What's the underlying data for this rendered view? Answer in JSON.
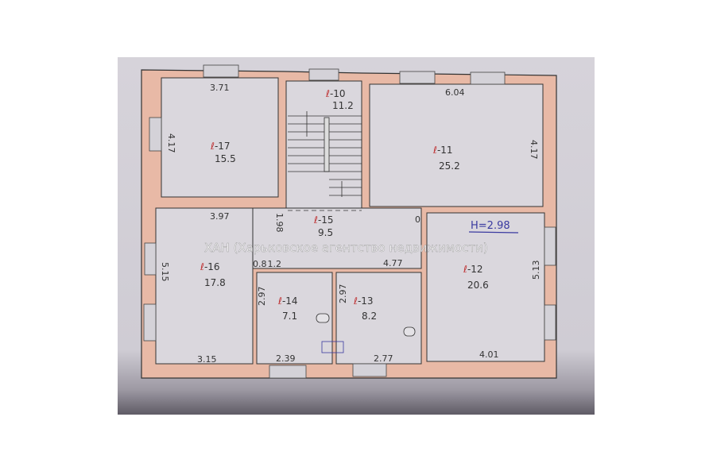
{
  "watermark": "ХАН (Харьковское агентство недвижимости)",
  "ceiling_height": "H=2.98",
  "colors": {
    "wall": "#e8b9a6",
    "floor": "#d9d6dc",
    "photo_bg": "#d3d0d8",
    "room_label": "#c0393b",
    "annotation": "#3a3aa0"
  },
  "rooms": [
    {
      "label": "ℓ",
      "num": "-17",
      "area": "15.5"
    },
    {
      "label": "ℓ",
      "num": "-10",
      "area": "11.2"
    },
    {
      "label": "ℓ",
      "num": "-11",
      "area": "25.2"
    },
    {
      "label": "ℓ",
      "num": "-16",
      "area": "17.8"
    },
    {
      "label": "ℓ",
      "num": "-15",
      "area": "9.5"
    },
    {
      "label": "ℓ",
      "num": "-14",
      "area": "7.1"
    },
    {
      "label": "ℓ",
      "num": "-13",
      "area": "8.2"
    },
    {
      "label": "ℓ",
      "num": "-12",
      "area": "20.6"
    }
  ],
  "dimensions": {
    "r17_w": "3.71",
    "r17_h": "4.17",
    "r17_b": "3.97",
    "r11_w": "6.04",
    "r11_h": "4.17",
    "r16_h": "5.15",
    "r16_b": "3.15",
    "r16_n": "0.8",
    "r16_n2": "1.2",
    "r15_w": "4.77",
    "r15_h": "1.98",
    "r15_h2": "0",
    "r14_h": "2.97",
    "r14_b": "2.39",
    "r13_h": "2.97",
    "r13_b": "2.77",
    "r12_h": "5.13",
    "r12_b": "4.01"
  }
}
